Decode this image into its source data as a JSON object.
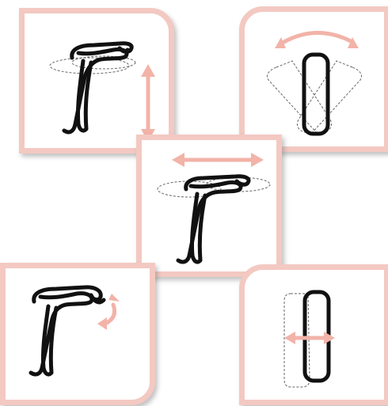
{
  "colors": {
    "frame": "#f3c9c2",
    "arrow": "#f2b3a8",
    "ink": "#111111",
    "guide": "#666666"
  },
  "panels": [
    {
      "id": "move-vertical",
      "glyph": "stroke-glyph-gamma",
      "icon": "double-arrow-vertical-icon"
    },
    {
      "id": "rotate",
      "glyph": "stroke-glyph-zero",
      "icon": "curved-double-arrow-icon"
    },
    {
      "id": "move-horizontal",
      "glyph": "stroke-glyph-gamma",
      "icon": "double-arrow-horizontal-icon"
    },
    {
      "id": "rotate-stroke-end",
      "glyph": "stroke-glyph-gamma",
      "icon": "small-curved-arrow-icon"
    },
    {
      "id": "squeeze-width",
      "glyph": "stroke-glyph-zero",
      "icon": "double-arrow-horizontal-icon"
    }
  ]
}
